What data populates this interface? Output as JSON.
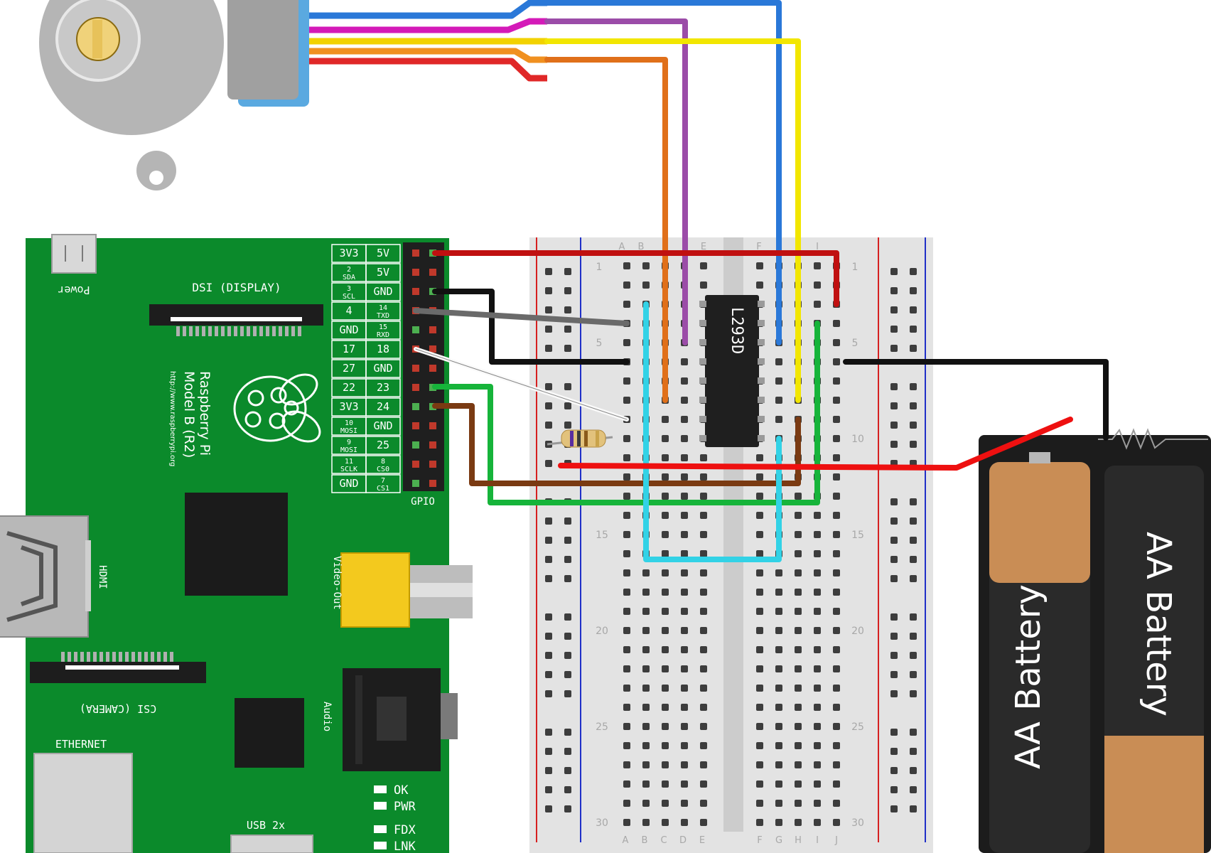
{
  "motor": {},
  "rpi": {
    "power_label": "Power",
    "dsi_label": "DSI (DISPLAY)",
    "board_name_line1": "Raspberry Pi",
    "board_name_line2": "Model B (R2)",
    "board_url": "http://www.raspberrypi.org",
    "hdmi_label": "HDMI",
    "video_label": "Video-Out",
    "audio_label": "Audio",
    "csi_label": "CSI (CAMERA)",
    "ethernet_label": "ETHERNET",
    "usb_label": "USB 2x",
    "gpio_label": "GPIO",
    "leds": [
      "OK",
      "PWR",
      "FDX",
      "LNK"
    ],
    "gpio_pins": [
      {
        "left": "3V3",
        "right": "5V"
      },
      {
        "left": "2",
        "left_sub": "SDA",
        "right": "5V"
      },
      {
        "left": "3",
        "left_sub": "SCL",
        "right": "GND"
      },
      {
        "left": "4",
        "right": "14",
        "right_sub": "TXD"
      },
      {
        "left": "GND",
        "right": "15",
        "right_sub": "RXD"
      },
      {
        "left": "17",
        "right": "18"
      },
      {
        "left": "27",
        "right": "GND"
      },
      {
        "left": "22",
        "right": "23"
      },
      {
        "left": "3V3",
        "right": "24"
      },
      {
        "left": "10",
        "left_sub": "MOSI",
        "right": "GND"
      },
      {
        "left": "9",
        "left_sub": "MOSI",
        "right": "25"
      },
      {
        "left": "11",
        "left_sub": "SCLK",
        "right": "8",
        "right_sub": "CS0"
      },
      {
        "left": "GND",
        "right": "7",
        "right_sub": "CS1"
      }
    ]
  },
  "breadboard": {
    "columns_left": [
      "A",
      "B",
      "C",
      "D",
      "E"
    ],
    "columns_right": [
      "F",
      "G",
      "H",
      "I",
      "J"
    ],
    "row_numbers": [
      "1",
      "5",
      "10",
      "15",
      "20",
      "25",
      "30"
    ]
  },
  "chip": {
    "label": "L293D"
  },
  "battery": {
    "labels": [
      "AA Battery",
      "AA Battery"
    ]
  },
  "colors": {
    "board_green": "#0b8a2b",
    "wire_blue": "#2a78d8",
    "wire_purple": "#9b4ca8",
    "wire_yellow": "#f2e600",
    "wire_orange": "#e0701a",
    "wire_red": "#e01010",
    "wire_cyan": "#32d2e6",
    "wire_green": "#16b43a",
    "wire_brown": "#7a3a12",
    "wire_black": "#111111"
  }
}
